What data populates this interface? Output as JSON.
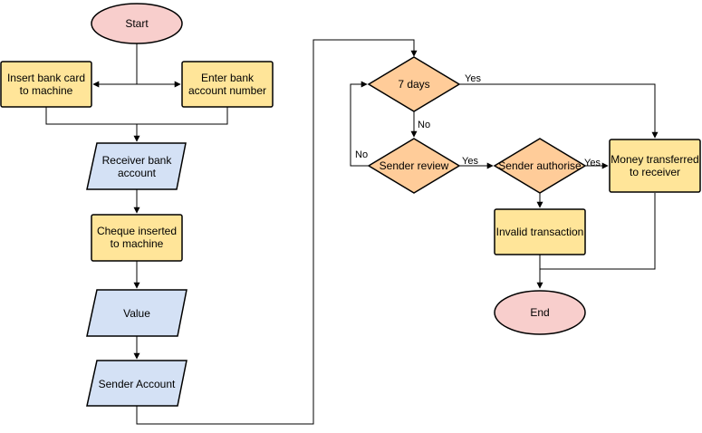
{
  "diagram": {
    "colors": {
      "terminal_fill": "#f8cecc",
      "process_fill": "#ffe599",
      "io_fill": "#d4e1f5",
      "decision_fill": "#ffcc99",
      "stroke": "#000000"
    },
    "nodes": {
      "start": {
        "shape": "ellipse",
        "lines": [
          "Start"
        ]
      },
      "insert_card": {
        "shape": "rect",
        "lines": [
          "Insert bank card",
          "to machine"
        ]
      },
      "enter_account": {
        "shape": "rect",
        "lines": [
          "Enter bank",
          "account number"
        ]
      },
      "receiver_account": {
        "shape": "parallelogram",
        "lines": [
          "Receiver bank",
          "account"
        ]
      },
      "cheque": {
        "shape": "rect",
        "lines": [
          "Cheque inserted",
          "to machine"
        ]
      },
      "value": {
        "shape": "parallelogram",
        "lines": [
          "Value"
        ]
      },
      "sender_account": {
        "shape": "parallelogram",
        "lines": [
          "Sender Account"
        ]
      },
      "seven_days": {
        "shape": "diamond",
        "lines": [
          "7 days"
        ]
      },
      "sender_review": {
        "shape": "diamond",
        "lines": [
          "Sender review"
        ]
      },
      "sender_authorise": {
        "shape": "diamond",
        "lines": [
          "Sender authorise"
        ]
      },
      "money_transferred": {
        "shape": "rect",
        "lines": [
          "Money transferred",
          "to receiver"
        ]
      },
      "invalid": {
        "shape": "rect",
        "lines": [
          "Invalid transaction"
        ]
      },
      "end": {
        "shape": "ellipse",
        "lines": [
          "End"
        ]
      }
    },
    "edge_labels": {
      "days_yes": "Yes",
      "days_no": "No",
      "review_no": "No",
      "review_yes": "Yes",
      "authorise_yes": "Yes"
    }
  }
}
